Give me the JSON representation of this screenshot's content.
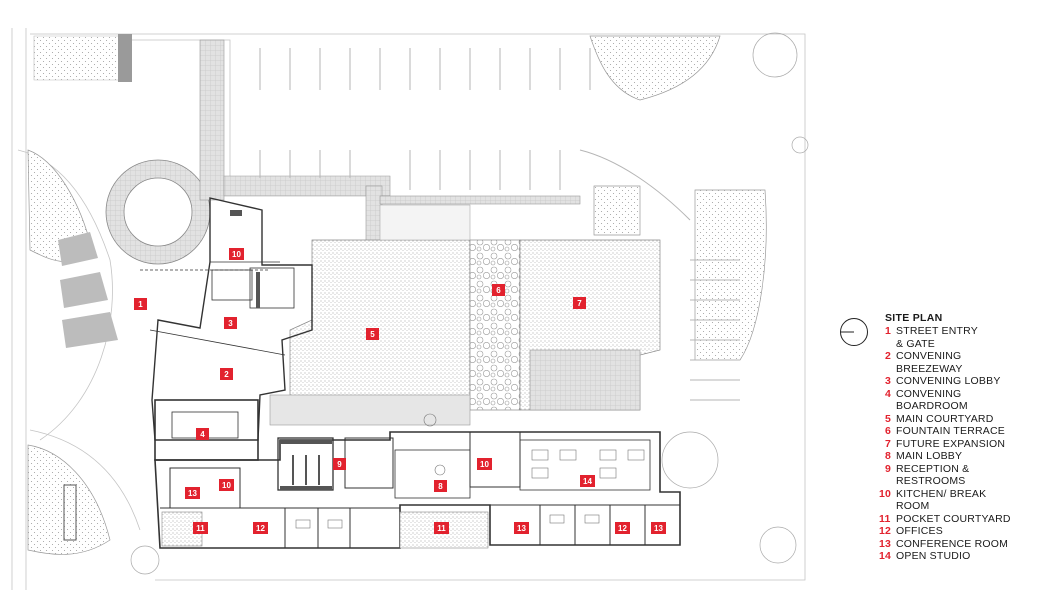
{
  "colors": {
    "accent": "#e2222e",
    "line": "#3a3a3a",
    "light": "#cfcfcf"
  },
  "north_arrow": {
    "icon": "north-arrow-icon"
  },
  "legend": {
    "title": "SITE PLAN",
    "items": [
      {
        "num": "1",
        "lines": [
          "STREET ENTRY",
          "& GATE"
        ]
      },
      {
        "num": "2",
        "lines": [
          "CONVENING",
          "BREEZEWAY"
        ]
      },
      {
        "num": "3",
        "lines": [
          "CONVENING LOBBY"
        ]
      },
      {
        "num": "4",
        "lines": [
          "CONVENING",
          "BOARDROOM"
        ]
      },
      {
        "num": "5",
        "lines": [
          "MAIN COURTYARD"
        ]
      },
      {
        "num": "6",
        "lines": [
          "FOUNTAIN TERRACE"
        ]
      },
      {
        "num": "7",
        "lines": [
          "FUTURE EXPANSION"
        ]
      },
      {
        "num": "8",
        "lines": [
          "MAIN LOBBY"
        ]
      },
      {
        "num": "9",
        "lines": [
          "RECEPTION &",
          "RESTROOMS"
        ]
      },
      {
        "num": "10",
        "lines": [
          "KITCHEN/ BREAK",
          "ROOM"
        ]
      },
      {
        "num": "11",
        "lines": [
          "POCKET COURTYARD"
        ]
      },
      {
        "num": "12",
        "lines": [
          "OFFICES"
        ]
      },
      {
        "num": "13",
        "lines": [
          "CONFERENCE ROOM"
        ]
      },
      {
        "num": "14",
        "lines": [
          "OPEN STUDIO"
        ]
      }
    ]
  },
  "plan_tags": [
    "1",
    "10",
    "3",
    "2",
    "5",
    "6",
    "7",
    "4",
    "9",
    "8",
    "10",
    "14",
    "13",
    "10",
    "11",
    "12",
    "11",
    "13",
    "12",
    "13"
  ]
}
